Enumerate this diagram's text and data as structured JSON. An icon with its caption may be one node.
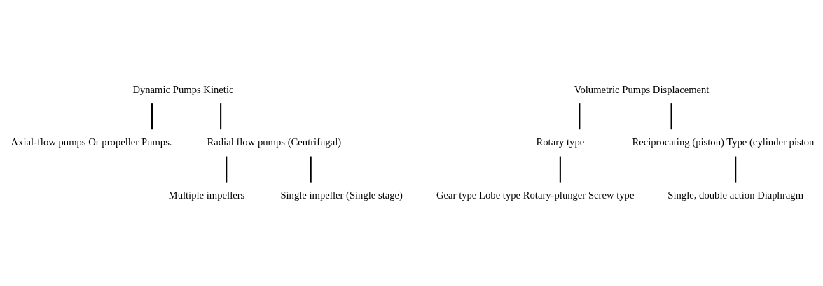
{
  "diagram": {
    "nodes": [
      {
        "text": [
          "Dynamic Pumps Kinetic"
        ]
      },
      {
        "text": [
          "Axial-flow pumps Or propeller Pumps."
        ]
      },
      {
        "text": [
          "Radial flow pumps (Centrifugal)"
        ]
      },
      {
        "text": [
          "Multiple impellers"
        ]
      },
      {
        "text": [
          "Single impeller (Single stage)"
        ]
      },
      {
        "text": [
          "Volumetric Pumps Displacement"
        ]
      },
      {
        "text": [
          "Rotary type"
        ]
      },
      {
        "text": [
          "Reciprocating (piston) Type (cylinder piston"
        ]
      },
      {
        "text": [
          "Gear type Lobe type Rotary-plunger Screw type"
        ]
      },
      {
        "text": [
          "Single, double action Diaphragm"
        ]
      }
    ],
    "edges": [
      {
        "from": 0,
        "to": 1,
        "arrow": "none"
      },
      {
        "from": 0,
        "to": 2,
        "arrow": "none"
      },
      {
        "from": 2,
        "to": 3,
        "arrow": "none"
      },
      {
        "from": 2,
        "to": 4,
        "arrow": "none"
      },
      {
        "from": 5,
        "to": 6,
        "arrow": "none"
      },
      {
        "from": 5,
        "to": 7,
        "arrow": "none"
      },
      {
        "from": 6,
        "to": 8,
        "arrow": "none"
      },
      {
        "from": 7,
        "to": 9,
        "arrow": "none"
      }
    ]
  }
}
